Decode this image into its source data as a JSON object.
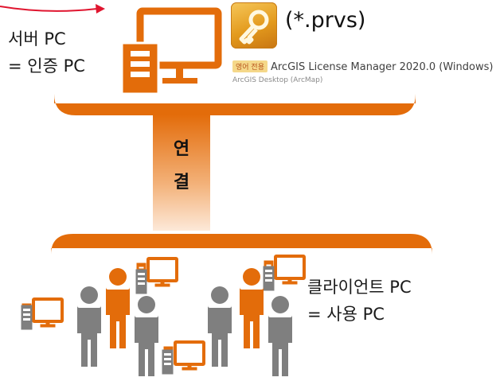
{
  "server": {
    "line1": "서버 PC",
    "line2": "= 인증 PC"
  },
  "file": {
    "extension": "(*.prvs)"
  },
  "product": {
    "badge": "영어 전용",
    "name": "ArcGIS License Manager 2020.0 (Windows)",
    "sub": "ArcGIS Desktop (ArcMap)"
  },
  "connection": {
    "char1": "연",
    "char2": "결"
  },
  "client": {
    "line1": "클라이언트 PC",
    "line2": "= 사용 PC"
  },
  "colors": {
    "orange": "#e36c0a",
    "gray": "#7f7f7f",
    "arrow": "#e0152f",
    "white": "#ffffff"
  },
  "icons": [
    "key-icon",
    "server-computer-icon",
    "desktop-computer-icon",
    "person-icon"
  ]
}
